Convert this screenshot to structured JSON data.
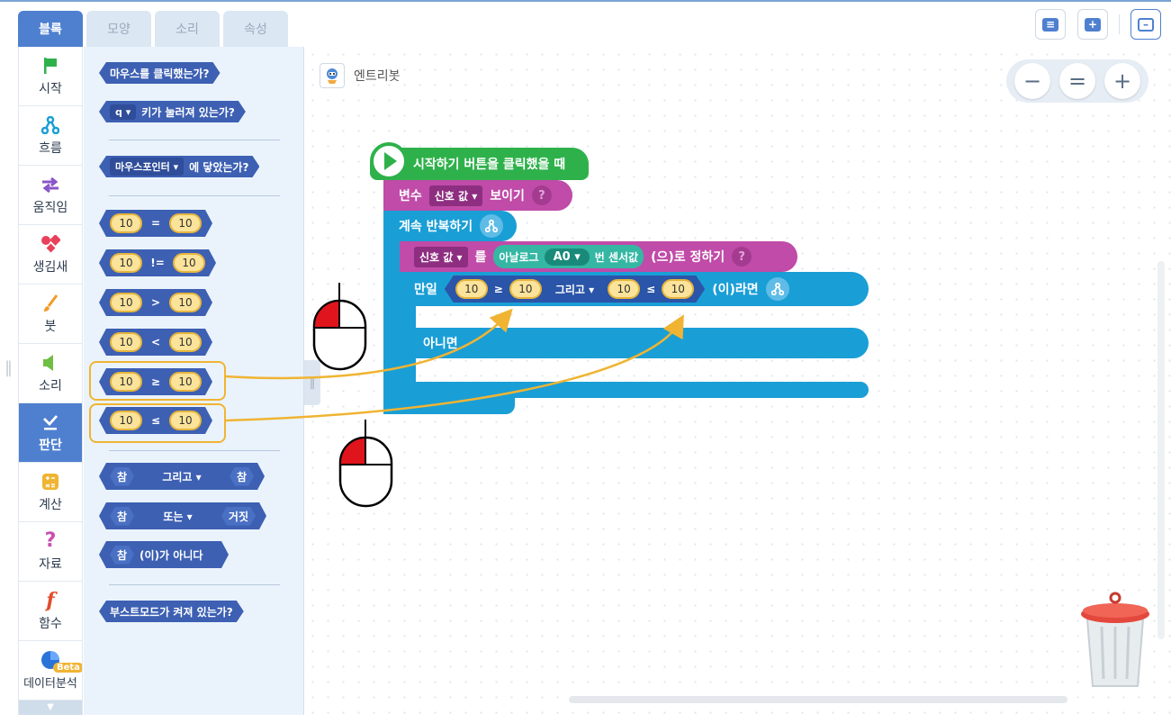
{
  "tabs": [
    {
      "label": "블록",
      "active": true
    },
    {
      "label": "모양",
      "active": false
    },
    {
      "label": "소리",
      "active": false
    },
    {
      "label": "속성",
      "active": false
    }
  ],
  "top_buttons": [
    "comment-icon",
    "add-comment-icon",
    "minimize-icon"
  ],
  "categories": [
    {
      "label": "시작",
      "icon": "flag-icon",
      "color": "#2eb14a"
    },
    {
      "label": "흐름",
      "icon": "flow-icon",
      "color": "#1a9ed6"
    },
    {
      "label": "움직임",
      "icon": "move-icon",
      "color": "#8a55c9"
    },
    {
      "label": "생김새",
      "icon": "shapes-icon",
      "color": "#e8415b"
    },
    {
      "label": "붓",
      "icon": "brush-icon",
      "color": "#f29b24"
    },
    {
      "label": "소리",
      "icon": "speaker-icon",
      "color": "#6fbe44"
    },
    {
      "label": "판단",
      "icon": "check-icon",
      "color": "#ffffff",
      "active": true
    },
    {
      "label": "계산",
      "icon": "calculator-icon",
      "color": "#f0b432"
    },
    {
      "label": "자료",
      "icon": "question-icon",
      "color": "#c94fb0"
    },
    {
      "label": "함수",
      "icon": "function-icon",
      "color": "#e24c2a"
    },
    {
      "label": "데이터분석",
      "icon": "pie-chart-icon",
      "color": "#2a73d9",
      "badge": "Beta"
    }
  ],
  "palette": {
    "mouse_click": "마우스를 클릭했는가?",
    "key": {
      "key": "q",
      "text": "키가 눌러져 있는가?"
    },
    "touch": {
      "target": "마우스포인터",
      "text": "에 닿았는가?"
    },
    "compare": [
      {
        "left": "10",
        "op": "=",
        "right": "10"
      },
      {
        "left": "10",
        "op": "!=",
        "right": "10"
      },
      {
        "left": "10",
        "op": ">",
        "right": "10"
      },
      {
        "left": "10",
        "op": "<",
        "right": "10"
      },
      {
        "left": "10",
        "op": "≥",
        "right": "10"
      },
      {
        "left": "10",
        "op": "≤",
        "right": "10"
      }
    ],
    "and": {
      "left": "참",
      "op": "그리고",
      "right": "참"
    },
    "or": {
      "left": "참",
      "op": "또는",
      "right": "거짓"
    },
    "not": {
      "value": "참",
      "text": "(이)가 아니다"
    },
    "boost": "부스트모드가 켜져 있는가?"
  },
  "canvas": {
    "object_name": "엔트리봇",
    "zoom": {
      "minus": "−",
      "reset": "=",
      "plus": "+"
    },
    "hat": "시작하기 버튼을 클릭했을 때",
    "show_var": {
      "prefix": "변수",
      "var": "신호 값",
      "suffix": "보이기",
      "help": "?"
    },
    "loop": "계속 반복하기",
    "set": {
      "var": "신호 값",
      "particle": "를",
      "sensor_label": "아날로그",
      "port": "A0",
      "sensor_suffix": "번 센서값",
      "suffix": "(으)로 정하기",
      "help": "?"
    },
    "if": {
      "prefix": "만일",
      "left": {
        "a": "10",
        "op": "≥",
        "b": "10"
      },
      "join": "그리고",
      "right": {
        "a": "10",
        "op": "≤",
        "b": "10"
      },
      "suffix": "(이)라면"
    },
    "else": "아니면"
  },
  "colors": {
    "accent": "#4f80d0",
    "judge_block": "#3d60b3",
    "highlight": "#f0b432",
    "flow": "#1a9ed6",
    "var": "#c04ba8",
    "start": "#2eb14a"
  }
}
